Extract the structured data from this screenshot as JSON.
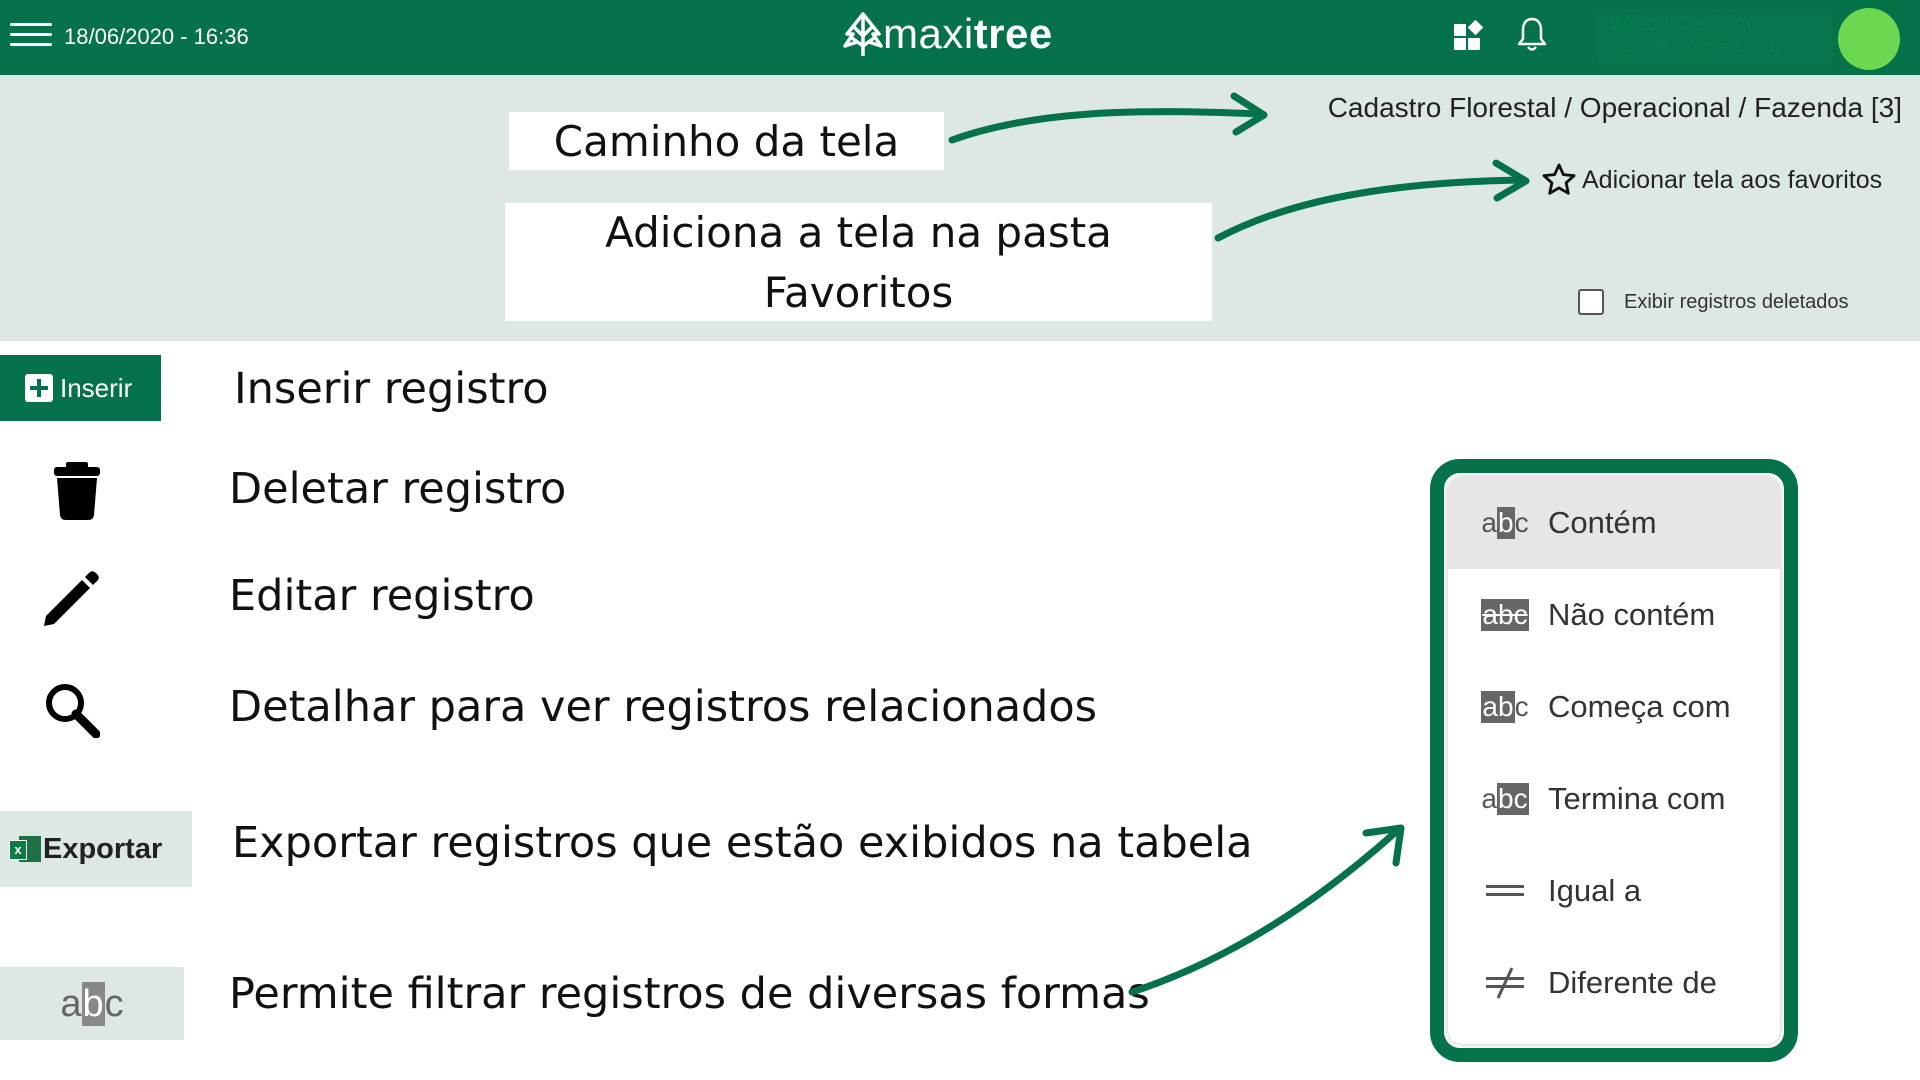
{
  "topbar": {
    "datetime": "18/06/2020 - 16:36",
    "logo_prefix": "maxi",
    "logo_suffix": "tree",
    "user_name": "Wilson Cerdeira",
    "user_email": "wilson@maxitree.com.br",
    "icons": [
      "menu-icon",
      "apps-icon",
      "bell-icon",
      "avatar"
    ]
  },
  "subheader": {
    "breadcrumb": "Cadastro Florestal / Operacional / Fazenda [3]",
    "favorites_label": "Adicionar tela aos favoritos",
    "show_deleted_label": "Exibir registros deletados",
    "show_deleted_checked": false
  },
  "callouts": {
    "path": "Caminho da tela",
    "favorites_line1": "Adiciona a tela na pasta",
    "favorites_line2": "Favoritos"
  },
  "buttons": {
    "insert_label": "Inserir",
    "export_label": "Exportar",
    "filter_icon_text": "abc"
  },
  "legend": {
    "insert": "Inserir registro",
    "delete": "Deletar registro",
    "edit": "Editar registro",
    "detail": "Detalhar para ver registros relacionados",
    "export": "Exportar registros que estão exibidos na tabela",
    "filter": "Permite filtrar registros de diversas formas"
  },
  "filter_menu": {
    "items": [
      {
        "label": "Contém",
        "icon": "contains-icon",
        "selected": true
      },
      {
        "label": "Não contém",
        "icon": "not-contains-icon",
        "selected": false
      },
      {
        "label": "Começa com",
        "icon": "starts-with-icon",
        "selected": false
      },
      {
        "label": "Termina com",
        "icon": "ends-with-icon",
        "selected": false
      },
      {
        "label": "Igual a",
        "icon": "equals-icon",
        "selected": false
      },
      {
        "label": "Diferente de",
        "icon": "not-equals-icon",
        "selected": false
      }
    ]
  },
  "colors": {
    "brand_green": "#05724a",
    "subheader_bg": "#dde7e3",
    "avatar_green": "#6cd852"
  }
}
